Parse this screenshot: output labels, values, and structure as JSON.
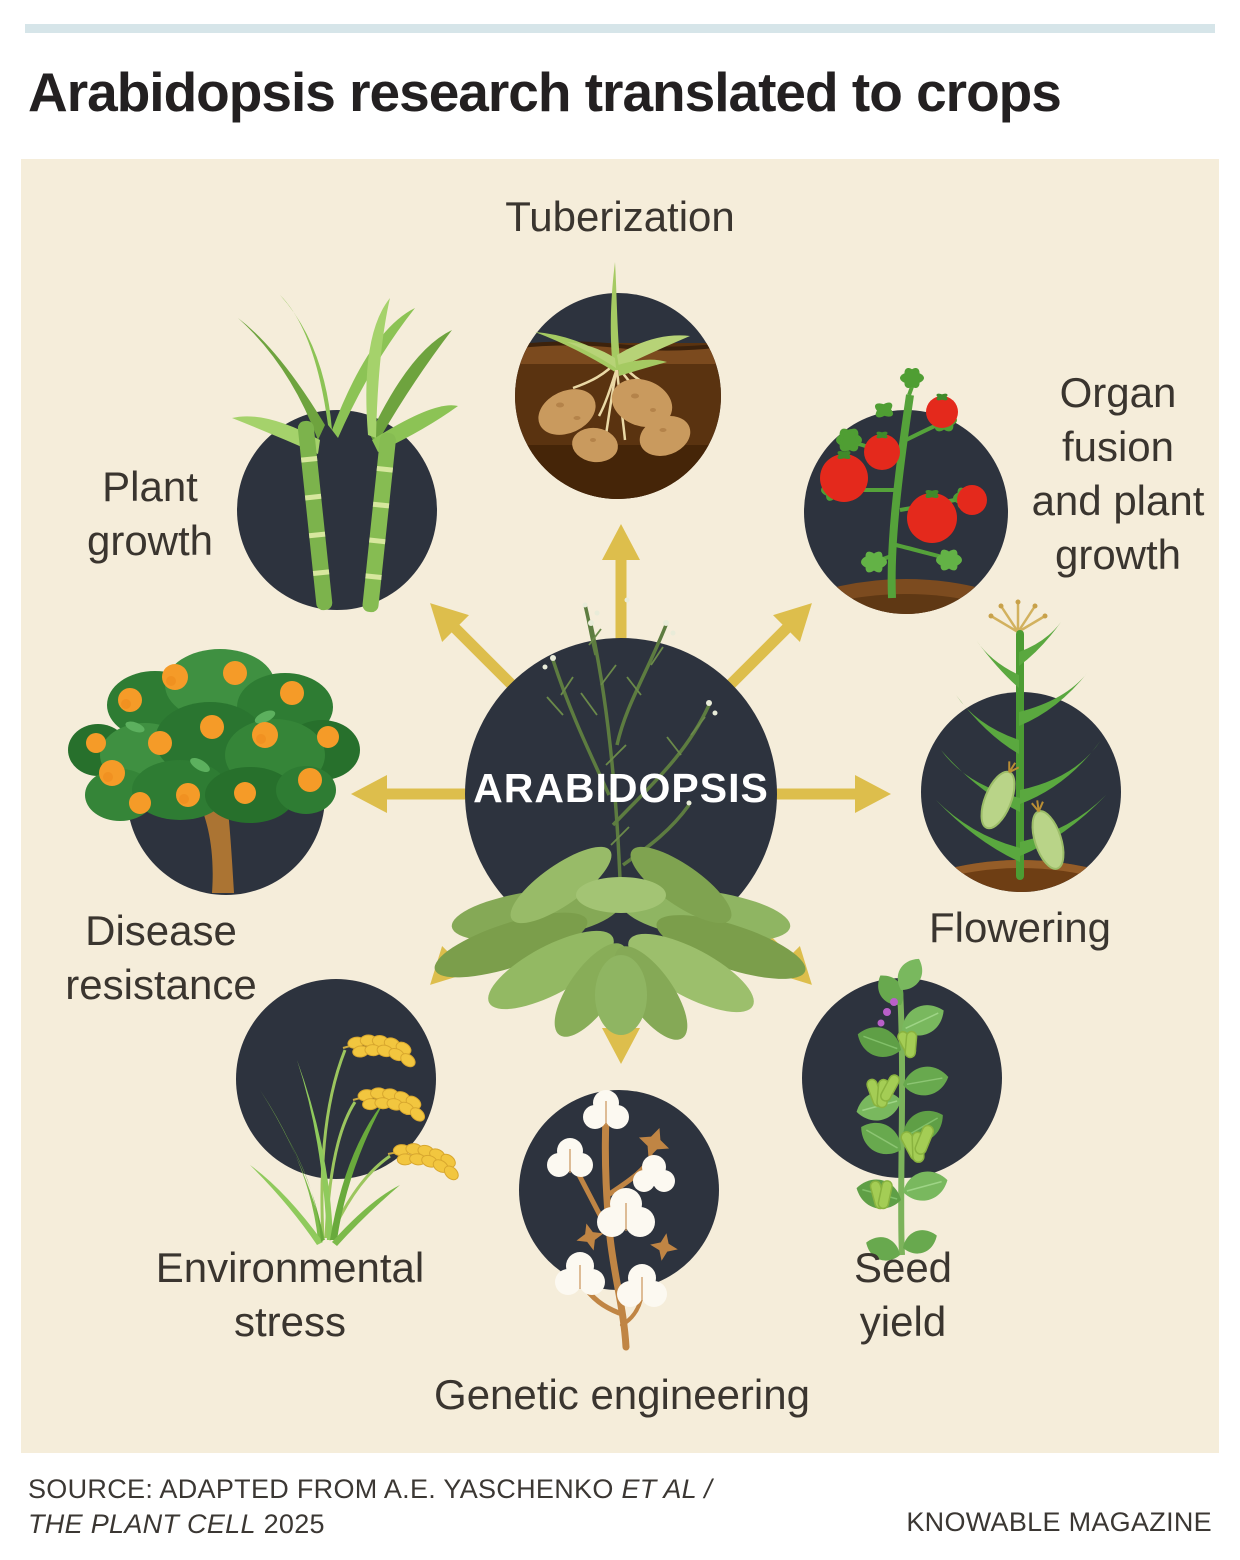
{
  "title": "Arabidopsis research translated to crops",
  "center": {
    "label": "ARABIDOPSIS",
    "illustration": "arabidopsis-plant"
  },
  "nodes": [
    {
      "id": "tuberization",
      "label": "Tuberization",
      "lines": [
        "Tuberization"
      ],
      "illustration": "potato-plant"
    },
    {
      "id": "organ-fusion",
      "label": "Organ fusion and plant growth",
      "lines": [
        "Organ",
        "fusion",
        "and plant",
        "growth"
      ],
      "illustration": "tomato-plant"
    },
    {
      "id": "flowering",
      "label": "Flowering",
      "lines": [
        "Flowering"
      ],
      "illustration": "corn-plant"
    },
    {
      "id": "seed-yield",
      "label": "Seed yield",
      "lines": [
        "Seed",
        "yield"
      ],
      "illustration": "soybean-plant"
    },
    {
      "id": "genetic-engineering",
      "label": "Genetic engineering",
      "lines": [
        "Genetic engineering"
      ],
      "illustration": "cotton-plant"
    },
    {
      "id": "environmental-stress",
      "label": "Environmental stress",
      "lines": [
        "Environmental",
        "stress"
      ],
      "illustration": "rice-plant"
    },
    {
      "id": "disease-resistance",
      "label": "Disease resistance",
      "lines": [
        "Disease",
        "resistance"
      ],
      "illustration": "orange-tree"
    },
    {
      "id": "plant-growth",
      "label": "Plant growth",
      "lines": [
        "Plant",
        "growth"
      ],
      "illustration": "sugarcane-plant"
    }
  ],
  "source": {
    "prefix": "SOURCE: ADAPTED FROM A.E. YASCHENKO ",
    "italic1": "ET AL /",
    "italic2": "THE PLANT CELL",
    "year": " 2025",
    "credit": "KNOWABLE MAGAZINE"
  },
  "colors": {
    "accent_bar": "#d6e5e9",
    "panel_bg": "#f5edda",
    "page_bg": "#ffffff",
    "circle_fill": "#2d333e",
    "arrow": "#ddbe4c",
    "title_ink": "#232021",
    "label_ink": "#3a352f",
    "center_label_ink": "#ffffff"
  }
}
